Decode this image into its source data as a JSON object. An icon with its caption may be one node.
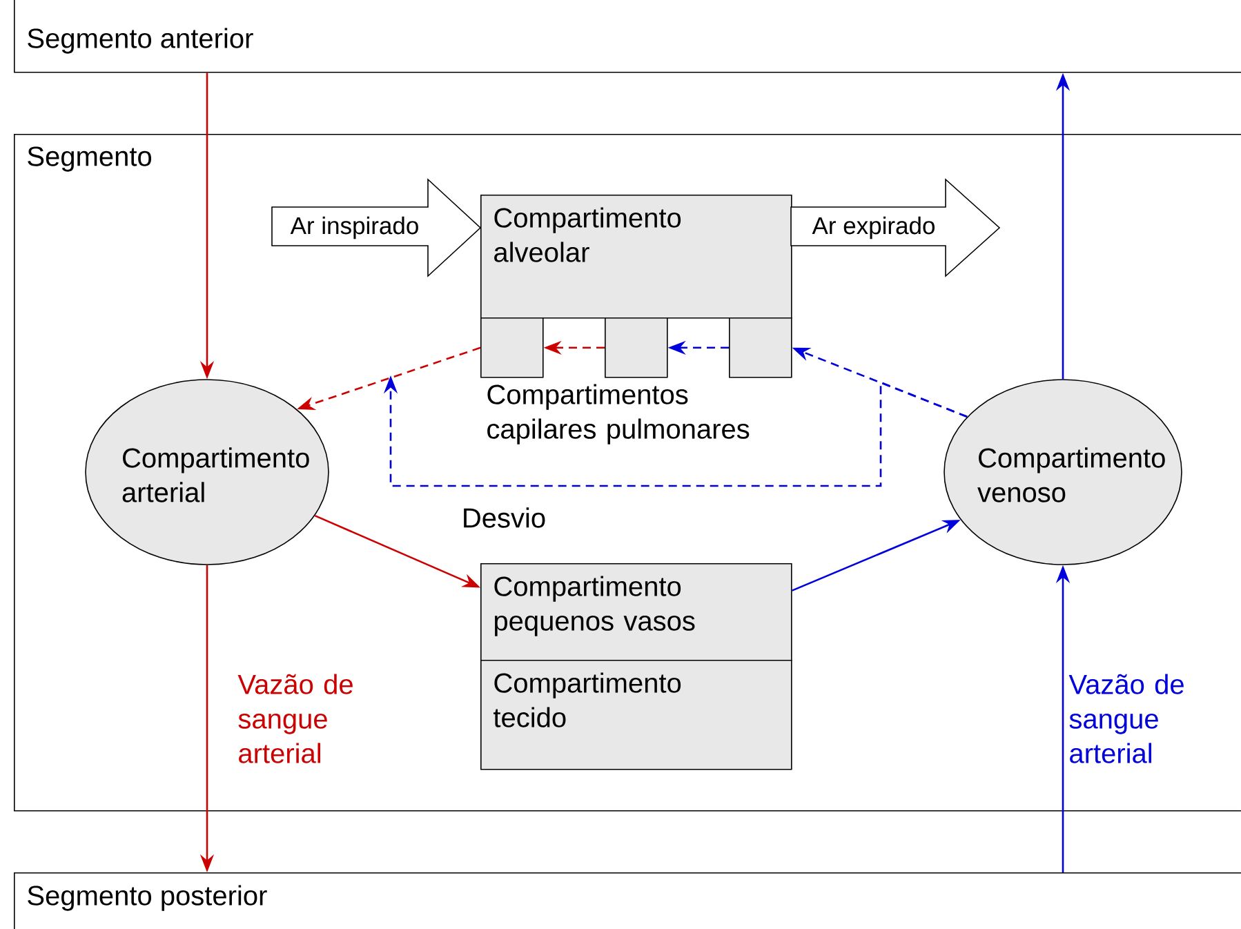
{
  "diagram": {
    "nodes": [
      {
        "text": [
          "Segmento anterior"
        ]
      },
      {
        "text": [
          "Segmento"
        ]
      },
      {
        "text": [
          "Compartimento alveolar"
        ],
        "in": 1
      },
      {
        "text": [],
        "shape": "box",
        "in": 1
      },
      {
        "text": [],
        "shape": "box",
        "in": 1
      },
      {
        "text": [],
        "shape": "box",
        "in": 1
      },
      {
        "text": [
          "Compartimento arterial"
        ],
        "in": 1
      },
      {
        "text": [
          "Compartimento venoso"
        ],
        "in": 1
      },
      {
        "text": [
          "Compartimento pequenos vasos"
        ],
        "in": 1
      },
      {
        "text": [
          "Compartimento tecido"
        ],
        "in": 1
      },
      {
        "text": [
          "Segmento posterior"
        ]
      },
      {
        "text": [
          "Ar inspirado"
        ],
        "in": 1
      },
      {
        "text": [
          "Ar expirado"
        ],
        "in": 1
      }
    ],
    "edges": [
      {
        "from": 0,
        "to": 6,
        "arrow": "to",
        "color": "#cc0000"
      },
      {
        "from": 6,
        "to": 10,
        "arrow": "to",
        "color": "#cc0000"
      },
      {
        "from": 10,
        "to": 7,
        "arrow": "to",
        "color": "#0000dd"
      },
      {
        "from": 7,
        "to": 0,
        "arrow": "to",
        "color": "#0000dd"
      },
      {
        "from": 6,
        "to": 8,
        "arrow": "to",
        "color": "#cc0000"
      },
      {
        "from": 8,
        "to": 7,
        "arrow": "to",
        "color": "#0000dd"
      },
      {
        "from": 7,
        "to": 5,
        "arrow": "to",
        "style": "dashed",
        "color": "#0000dd"
      },
      {
        "from": 5,
        "to": 4,
        "arrow": "to",
        "style": "dashed",
        "color": "#0000dd"
      },
      {
        "from": 4,
        "to": 3,
        "arrow": "to",
        "style": "dashed",
        "color": "#cc0000"
      },
      {
        "from": 3,
        "to": 6,
        "arrow": "to",
        "style": "dashed",
        "color": "#cc0000"
      },
      {
        "from": 7,
        "to": null,
        "arrow": "to",
        "style": "dashed",
        "color": "#0000dd",
        "label": "Desvio"
      }
    ],
    "labels": [
      "Compartimentos capilares pulmonares",
      "Vazão de sangue arterial",
      "Vazão de sangue arterial"
    ]
  }
}
